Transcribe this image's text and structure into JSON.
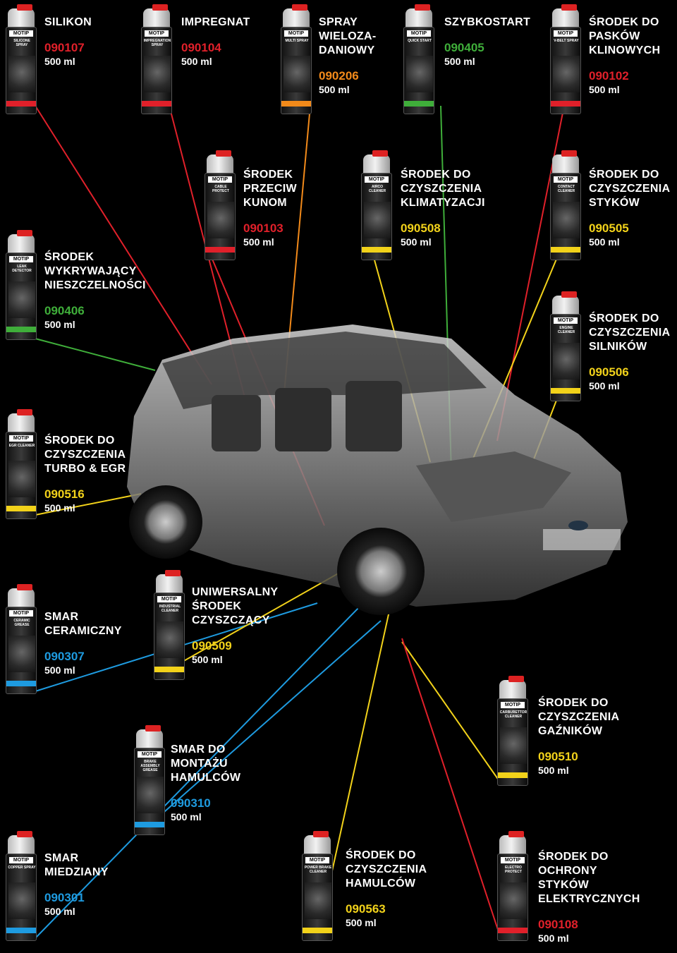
{
  "products": [
    {
      "name": "SILIKON",
      "code": "090107",
      "volume": "500 ml",
      "color": "#e0202a",
      "can_title": "SILICONE SPRAY",
      "brand": "MOTIP"
    },
    {
      "name": "IMPREGNAT",
      "code": "090104",
      "volume": "500 ml",
      "color": "#e0202a",
      "can_title": "IMPREGNATION SPRAY",
      "brand": "MOTIP"
    },
    {
      "name": "SPRAY\nWIELOZA-\nDANIOWY",
      "code": "090206",
      "volume": "500 ml",
      "color": "#f28a1a",
      "can_title": "MULTI SPRAY",
      "brand": "MOTIP"
    },
    {
      "name": "SZYBKOSTART",
      "code": "090405",
      "volume": "500 ml",
      "color": "#3fae3a",
      "can_title": "QUICK START",
      "brand": "MOTIP"
    },
    {
      "name": "ŚRODEK DO\nPASKÓW\nKLINOWYCH",
      "code": "090102",
      "volume": "500 ml",
      "color": "#e0202a",
      "can_title": "V-BELT SPRAY",
      "brand": "MOTIP"
    },
    {
      "name": "ŚRODEK\nPRZECIW\nKUNOM",
      "code": "090103",
      "volume": "500 ml",
      "color": "#e0202a",
      "can_title": "CABLE PROTECT",
      "brand": "MOTIP"
    },
    {
      "name": "ŚRODEK DO\nCZYSZCZENIA\nKLIMATYZACJI",
      "code": "090508",
      "volume": "500 ml",
      "color": "#f2d21a",
      "can_title": "AIRCO CLEANER",
      "brand": "MOTIP"
    },
    {
      "name": "ŚRODEK DO\nCZYSZCZENIA\nSTYKÓW",
      "code": "090505",
      "volume": "500 ml",
      "color": "#f2d21a",
      "can_title": "CONTACT CLEANER",
      "brand": "MOTIP"
    },
    {
      "name": "ŚRODEK\nWYKRYWAJĄCY\nNIESZCZELNOŚCI",
      "code": "090406",
      "volume": "500 ml",
      "color": "#3fae3a",
      "can_title": "LEAK DETECTOR",
      "brand": "MOTIP"
    },
    {
      "name": "ŚRODEK DO\nCZYSZCZENIA\nSILNIKÓW",
      "code": "090506",
      "volume": "500 ml",
      "color": "#f2d21a",
      "can_title": "ENGINE CLEANER",
      "brand": "MOTIP"
    },
    {
      "name": "ŚRODEK DO\nCZYSZCZENIA\nTURBO & EGR",
      "code": "090516",
      "volume": "500 ml",
      "color": "#f2d21a",
      "can_title": "EGR CLEANER",
      "brand": "MOTIP"
    },
    {
      "name": "SMAR\nCERAMICZNY",
      "code": "090307",
      "volume": "500 ml",
      "color": "#1e9be0",
      "can_title": "CERAMIC GREASE",
      "brand": "MOTIP"
    },
    {
      "name": "UNIWERSALNY\nŚRODEK\nCZYSZCZĄCY",
      "code": "090509",
      "volume": "500 ml",
      "color": "#f2d21a",
      "can_title": "INDUSTRIAL CLEANER",
      "brand": "MOTIP"
    },
    {
      "name": "ŚRODEK DO\nCZYSZCZENIA\nGAŹNIKÓW",
      "code": "090510",
      "volume": "500 ml",
      "color": "#f2d21a",
      "can_title": "CARBURETTOR CLEANER",
      "brand": "MOTIP"
    },
    {
      "name": "SMAR DO\nMONTAŻU\nHAMULCÓW",
      "code": "090310",
      "volume": "500 ml",
      "color": "#1e9be0",
      "can_title": "BRAKE ASSEMBLY GREASE",
      "brand": "MOTIP"
    },
    {
      "name": "SMAR\nMIEDZIANY",
      "code": "090301",
      "volume": "500 ml",
      "color": "#1e9be0",
      "can_title": "COPPER SPRAY",
      "brand": "MOTIP"
    },
    {
      "name": "ŚRODEK DO\nCZYSZCZENIA\nHAMULCÓW",
      "code": "090563",
      "volume": "500 ml",
      "color": "#f2d21a",
      "can_title": "POWER BRAKE CLEANER",
      "brand": "MOTIP"
    },
    {
      "name": "ŚRODEK DO\nOCHRONY\nSTYKÓW\nELEKTRYCZNYCH",
      "code": "090108",
      "volume": "500 ml",
      "color": "#e0202a",
      "can_title": "ELECTRO PROTECT",
      "brand": "MOTIP"
    }
  ],
  "car": {
    "description_icon": "car-cutaway-illustration"
  }
}
